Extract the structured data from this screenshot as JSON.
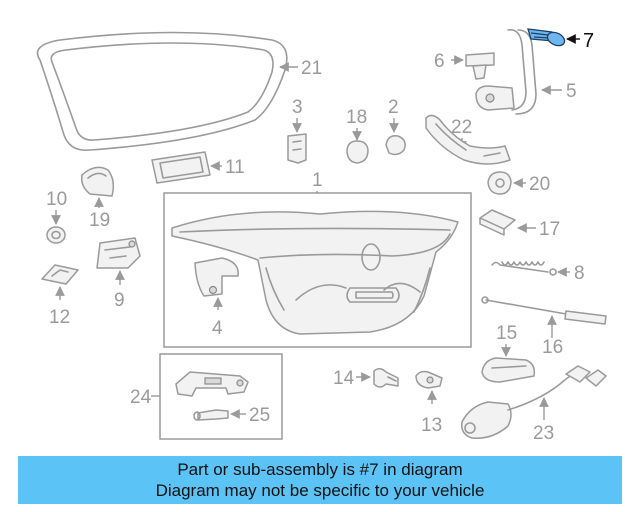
{
  "diagram": {
    "highlight": {
      "part": "7",
      "color": "#6fb6ee"
    },
    "callouts": {
      "c1": "1",
      "c2": "2",
      "c3": "3",
      "c4": "4",
      "c5": "5",
      "c6": "6",
      "c7": "7",
      "c8": "8",
      "c9": "9",
      "c10": "10",
      "c11": "11",
      "c12": "12",
      "c13": "13",
      "c14": "14",
      "c15": "15",
      "c16": "16",
      "c17": "17",
      "c18": "18",
      "c19": "19",
      "c20": "20",
      "c21": "21",
      "c22": "22",
      "c23": "23",
      "c24": "24",
      "c25": "25"
    }
  },
  "banner": {
    "line1": "Part or sub-assembly is #7 in diagram",
    "line2": "Diagram may not be specific to your vehicle",
    "background": "#5bc3f5"
  }
}
